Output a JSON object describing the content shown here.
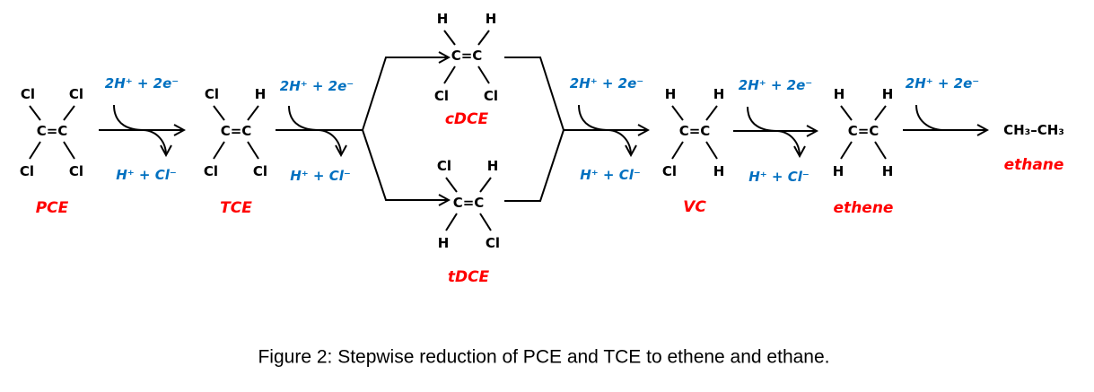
{
  "molecules": {
    "pce": {
      "name": "PCE",
      "core": "C=C",
      "tl": "Cl",
      "tr": "Cl",
      "bl": "Cl",
      "br": "Cl"
    },
    "tce": {
      "name": "TCE",
      "core": "C=C",
      "tl": "Cl",
      "tr": "H",
      "bl": "Cl",
      "br": "Cl"
    },
    "cdce": {
      "name": "cDCE",
      "core": "C=C",
      "tl": "H",
      "tr": "H",
      "bl": "Cl",
      "br": "Cl"
    },
    "tdce": {
      "name": "tDCE",
      "core": "C=C",
      "tl": "Cl",
      "tr": "H",
      "bl": "H",
      "br": "Cl"
    },
    "vc": {
      "name": "VC",
      "core": "C=C",
      "tl": "H",
      "tr": "H",
      "bl": "Cl",
      "br": "H"
    },
    "ethene": {
      "name": "ethene",
      "core": "C=C",
      "tl": "H",
      "tr": "H",
      "bl": "H",
      "br": "H"
    },
    "ethane": {
      "name": "ethane",
      "formula": "CH₃–CH₃"
    }
  },
  "reagents": {
    "in": "2H⁺ + 2e⁻",
    "out": "H⁺ + Cl⁻"
  },
  "colors": {
    "name": "#ff0000",
    "reagent": "#0070c0"
  },
  "caption": "Figure 2:  Stepwise reduction of PCE and TCE to ethene and ethane."
}
